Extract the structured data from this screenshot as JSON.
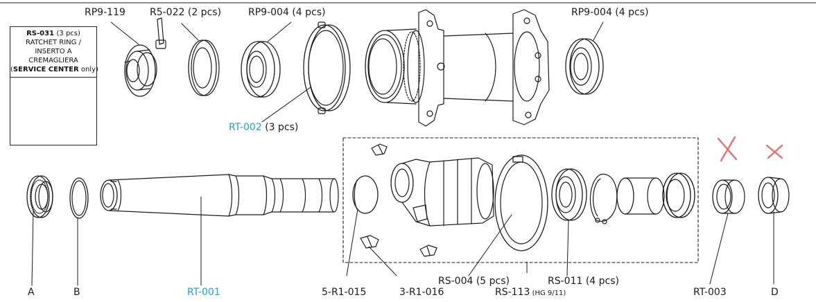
{
  "diagram": {
    "inset_box": {
      "code": "RS-031",
      "qty": "(3 pcs)",
      "line1": "RATCHET RING /",
      "line2": "INSERTO A",
      "line3": "CREMAGLIERA",
      "note_bold": "SERVICE CENTER",
      "note_rest": " only)",
      "note_open": "("
    },
    "labels": {
      "rp9_119": "RP9-119",
      "r5_022": "R5-022 (2 pcs)",
      "rp9_004_left": "RP9-004 (4 pcs)",
      "rp9_004_right": "RP9-004 (4 pcs)",
      "rt_002_code": "RT-002",
      "rt_002_qty": " (3 pcs)",
      "a": "A",
      "b": "B",
      "rt_001": "RT-001",
      "r5_015": "5-R1-015",
      "r3_016": "3-R1-016",
      "rs_004": "RS-004 (5 pcs)",
      "rs_113_code": "RS-113",
      "rs_113_note": " (HG 9/11)",
      "rs_011": "RS-011 (4 pcs)",
      "rt_003": "RT-003",
      "d": "D"
    },
    "colors": {
      "line": "#1a1a1a",
      "accent_blue": "#1a9fd8",
      "cross_red": "#f06b6b"
    }
  }
}
